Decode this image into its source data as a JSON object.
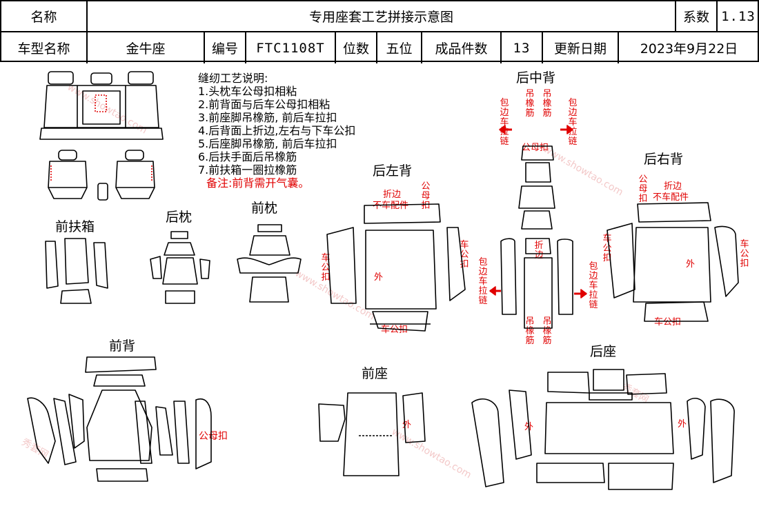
{
  "header": {
    "name_label": "名称",
    "title": "专用座套工艺拼接示意图",
    "coef_label": "系数",
    "coef_value": "1.13",
    "model_label": "车型名称",
    "model_value": "金牛座",
    "code_label": "编号",
    "code_value": "FTC1108T",
    "seats_label": "位数",
    "seats_value": "五位",
    "pieces_label": "成品件数",
    "pieces_value": "13",
    "date_label": "更新日期",
    "date_value": "2023年9月22日"
  },
  "notes": {
    "title": "缝纫工艺说明:",
    "items": [
      "1.头枕车公母扣相粘",
      "2.前背面与后车公母扣相粘",
      "3.前座脚吊橡筋, 前后车拉扣",
      "4.后背面上折边,左右与下车公扣",
      "5.后座脚吊橡筋, 前后车拉扣",
      "6.后扶手面后吊橡筋",
      "7.前扶箱一圈拉橡筋"
    ],
    "remark": "备注:前背需开气囊。"
  },
  "sections": {
    "front_box": "前扶箱",
    "rear_pillow": "后枕",
    "front_pillow": "前枕",
    "rear_left_back": "后左背",
    "rear_mid_back": "后中背",
    "rear_right_back": "后右背",
    "front_back": "前背",
    "front_seat": "前座",
    "rear_seat": "后座"
  },
  "annotations": {
    "fold_edge": "折边",
    "no_accessory": "不车配件",
    "male_female_buckle": "公母扣",
    "sew_male_buckle": "车公扣",
    "outer": "外",
    "edge_zipper": "包边车拉链",
    "hang_elastic": "吊橡筋"
  },
  "watermark": {
    "brand_cn": "秀套网",
    "brand_url": "www.showtao.com"
  },
  "colors": {
    "line": "#000000",
    "annotation": "#e00000",
    "watermark": "#f3c9c9"
  }
}
